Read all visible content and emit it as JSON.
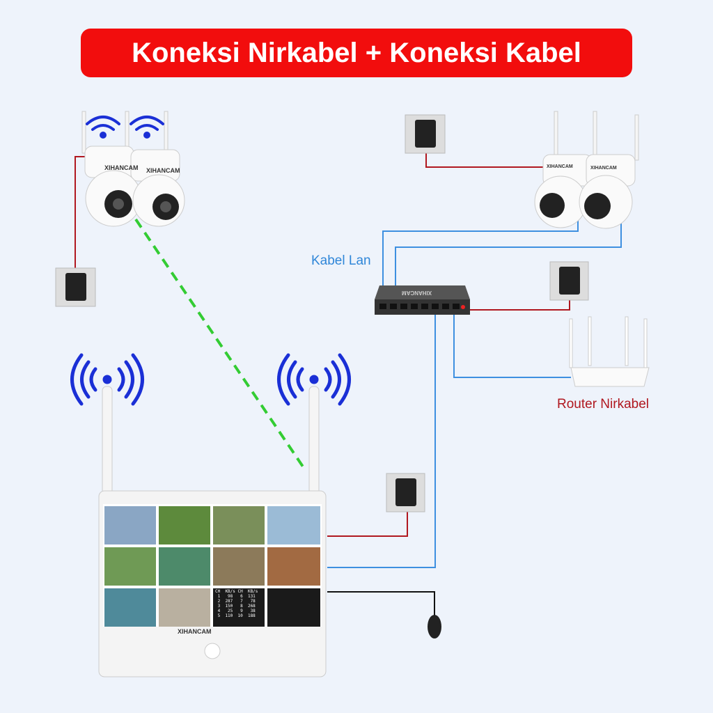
{
  "title": "Koneksi Nirkabel + Koneksi Kabel",
  "labels": {
    "lan_cable": "Kabel Lan",
    "router": "Router Nirkabel"
  },
  "brand": "XIHANCAM",
  "colors": {
    "title_bg": "#f20d0d",
    "power_line": "#b0171f",
    "lan_line": "#3d8fe0",
    "wifi_link": "#33cc33",
    "wifi_icon": "#1a2fd6"
  },
  "nvr_stats": {
    "header": "CH  KB/s CH  KB/s",
    "rows": [
      " 1   98   6  131",
      " 2  287   7   78",
      " 3  150   8  268",
      " 4   25   9   38",
      " 5  110  10  188"
    ]
  }
}
